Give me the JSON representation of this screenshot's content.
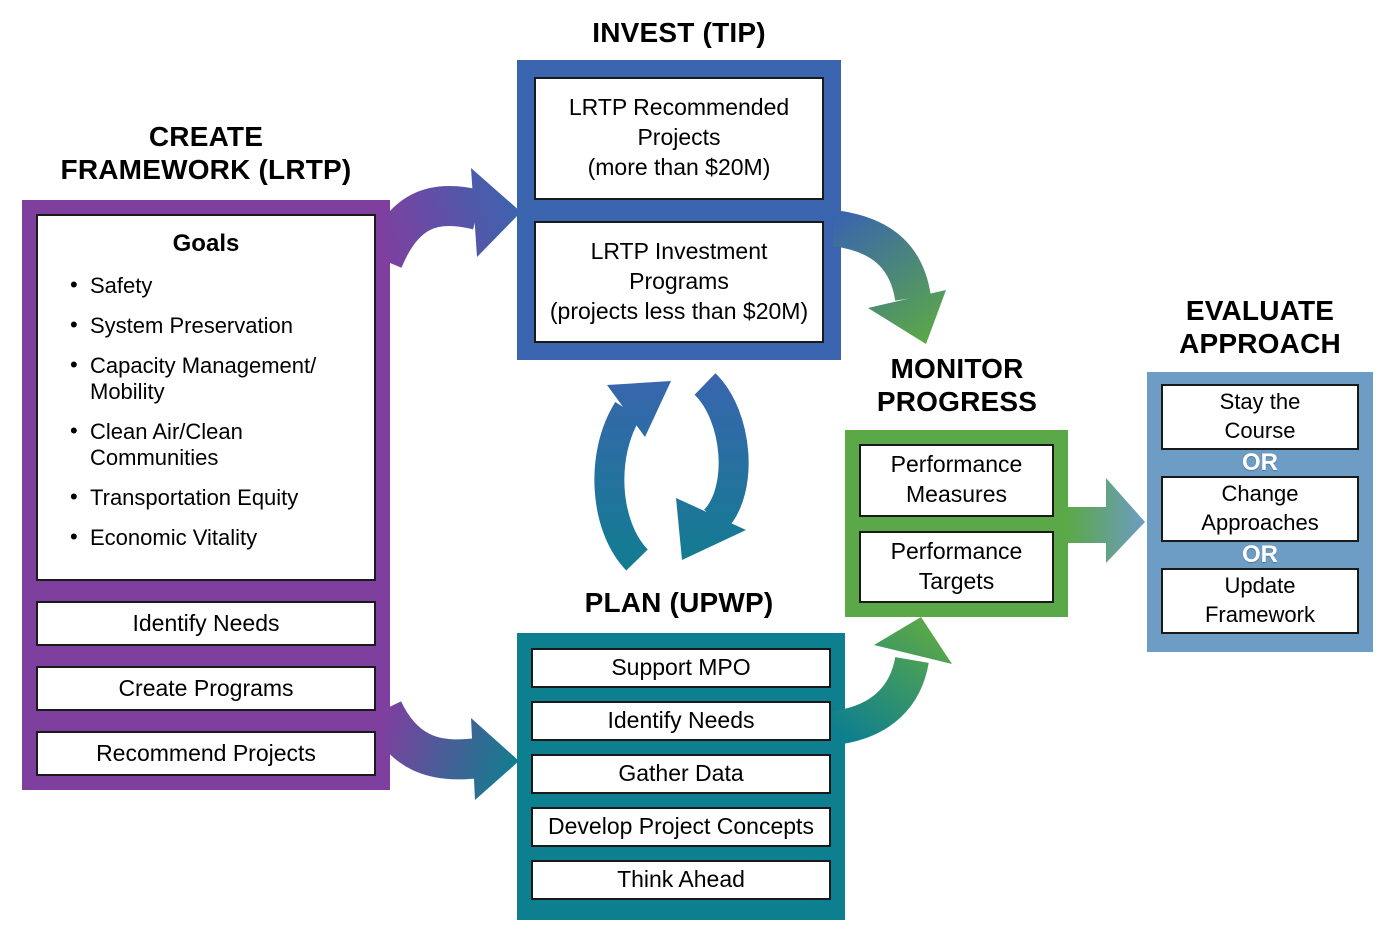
{
  "colors": {
    "purple": "#7F3F9F",
    "blue": "#3A64AE",
    "teal": "#0E7F8E",
    "green": "#5BA848",
    "steel_blue": "#6D9CC4"
  },
  "create_framework": {
    "title": "CREATE\nFRAMEWORK (LRTP)",
    "goals": {
      "heading": "Goals",
      "bullets": [
        "Safety",
        "System Preservation",
        "Capacity Management/\nMobility",
        "Clean Air/Clean\nCommunities",
        "Transportation Equity",
        "Economic Vitality"
      ]
    },
    "steps": [
      "Identify Needs",
      "Create Programs",
      "Recommend Projects"
    ]
  },
  "invest": {
    "title": "INVEST (TIP)",
    "items": [
      "LRTP Recommended\nProjects\n(more than $20M)",
      "LRTP Investment\nPrograms\n(projects less than $20M)"
    ]
  },
  "plan": {
    "title": "PLAN (UPWP)",
    "items": [
      "Support MPO",
      "Identify Needs",
      "Gather Data",
      "Develop Project Concepts",
      "Think Ahead"
    ]
  },
  "monitor": {
    "title": "MONITOR\nPROGRESS",
    "items": [
      "Performance\nMeasures",
      "Performance\nTargets"
    ]
  },
  "evaluate": {
    "title": "EVALUATE\nAPPROACH",
    "options": [
      "Stay the\nCourse",
      "Change\nApproaches",
      "Update\nFramework"
    ],
    "separator": "OR"
  }
}
